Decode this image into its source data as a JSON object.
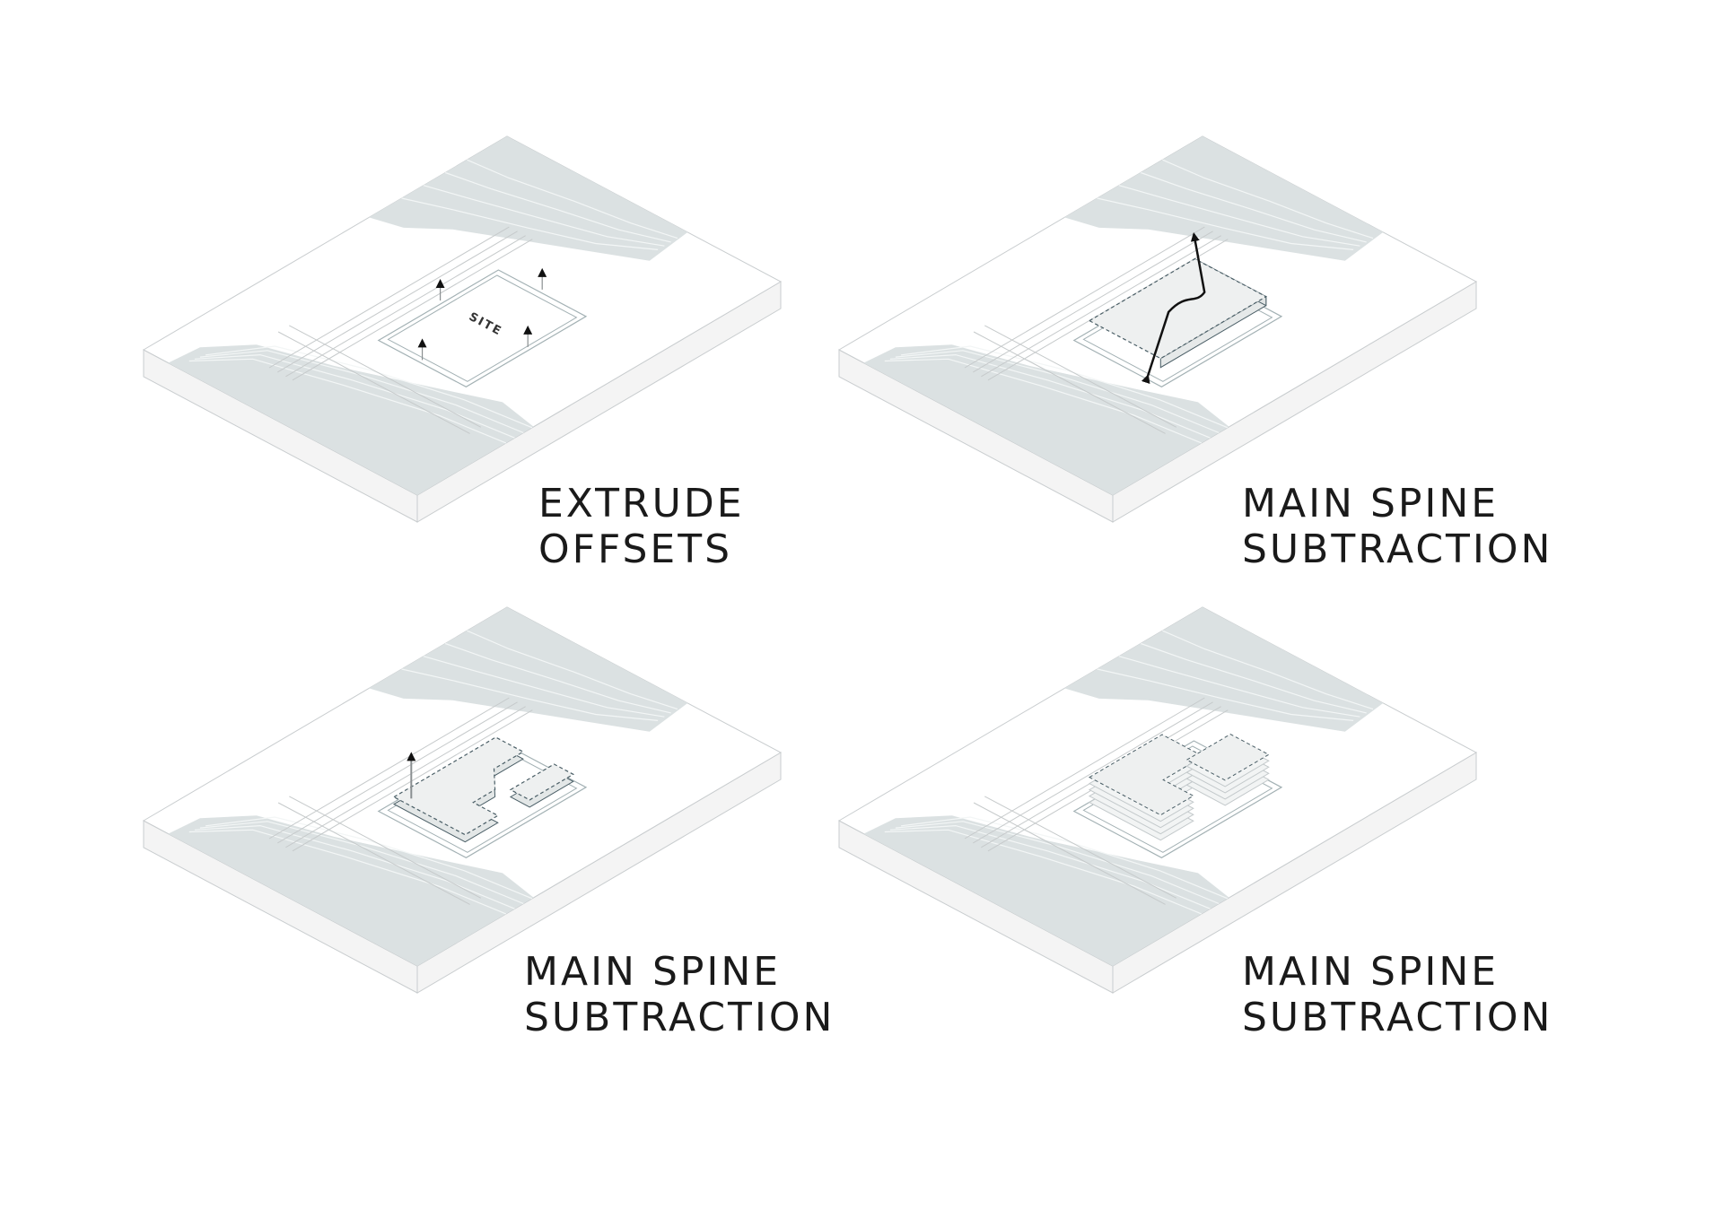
{
  "colors": {
    "background": "#ffffff",
    "board_top": "#ffffff",
    "board_side": "#f4f4f4",
    "board_edge": "#c9cdcf",
    "water": "#dbe1e2",
    "water_line": "#f3f6f6",
    "road_line": "#c6cacb",
    "site_line": "#a3b1b4",
    "mass_fill": "#eef0f0",
    "mass_edge": "#4a5e66",
    "arrow": "#111111",
    "text": "#1a1a1a"
  },
  "site_label": "SITE",
  "panels": [
    {
      "id": "extrude-offsets",
      "caption": [
        "EXTRUDE",
        "OFFSETS"
      ]
    },
    {
      "id": "main-spine-1",
      "caption": [
        "MAIN SPINE",
        "SUBTRACTION"
      ]
    },
    {
      "id": "main-spine-2",
      "caption": [
        "MAIN SPINE",
        "SUBTRACTION"
      ]
    },
    {
      "id": "main-spine-3",
      "caption": [
        "MAIN SPINE",
        "SUBTRACTION"
      ]
    }
  ]
}
